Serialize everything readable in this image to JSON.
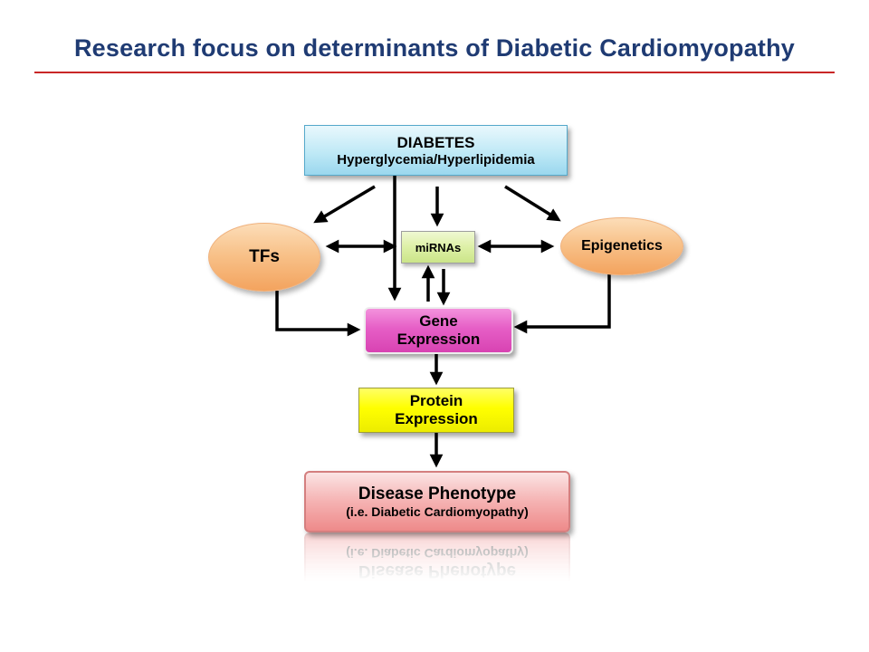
{
  "slide": {
    "title": "Research focus on determinants of Diabetic Cardiomyopathy"
  },
  "diagram": {
    "diabetes": {
      "line1": "DIABETES",
      "line2": "Hyperglycemia/Hyperlipidemia"
    },
    "tfs": {
      "label": "TFs"
    },
    "mirnas": {
      "label": "miRNAs"
    },
    "epigenetics": {
      "label": "Epigenetics"
    },
    "gene_expression": {
      "line1": "Gene",
      "line2": "Expression"
    },
    "protein_expression": {
      "line1": "Protein",
      "line2": "Expression"
    },
    "disease": {
      "line1": "Disease Phenotype",
      "line2": "(i.e. Diabetic Cardiomyopathy)"
    }
  },
  "colors": {
    "title_color": "#1F3B73",
    "divider_color": "#C00000",
    "diabetes_fill": "#BFE9F6",
    "tfs_epigenetics_fill": "#F8C28A",
    "mirnas_fill": "#DDF0A6",
    "gene_expression_fill": "#E65EC6",
    "protein_expression_fill": "#FFFF00",
    "disease_fill": "#F5B2B2",
    "arrow_color": "#000000"
  }
}
